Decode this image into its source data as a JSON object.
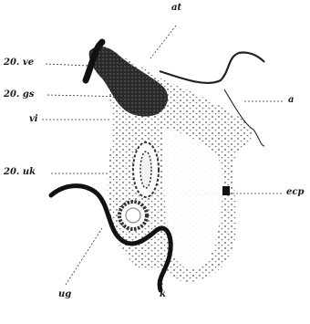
{
  "figure": {
    "labels": {
      "at": "at",
      "ve": "20. ve",
      "gs": "20. gs",
      "a": "a",
      "vi": "vi",
      "uk": "20. uk",
      "ecp": "ecp",
      "ug": "ug",
      "k": "k"
    }
  }
}
